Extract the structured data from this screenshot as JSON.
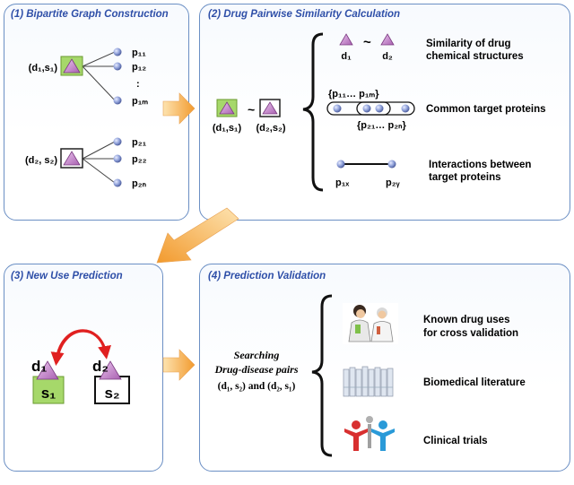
{
  "panels": {
    "p1": {
      "title": "(1) Bipartite Graph Construction"
    },
    "p2": {
      "title": "(2) Drug Pairwise Similarity Calculation"
    },
    "p3": {
      "title": "(3) New Use Prediction"
    },
    "p4": {
      "title": "(4) Prediction Validation"
    }
  },
  "bipartite": {
    "node1_label": "(d₁,s₁)",
    "node2_label": "(d₂, s₂)",
    "group1": [
      "p₁₁",
      "p₁₂",
      ":",
      "p₁ₘ"
    ],
    "group2": [
      "p₂₁",
      "p₂₂",
      "p₂ₙ"
    ]
  },
  "similarity": {
    "pair_left": "(d₁,s₁)",
    "pair_right": "(d₂,s₂)",
    "tilde": "~",
    "d1": "d₁",
    "d2": "d₂",
    "crit1_line1": "Similarity of drug",
    "crit1_line2": "chemical structures",
    "group_top": "{p₁₁…   p₁ₘ}",
    "group_bottom": "{p₂₁…   p₂ₙ}",
    "crit2": "Common target proteins",
    "p1x": "p₁ₓ",
    "p2y": "p₂ᵧ",
    "crit3_line1": "Interactions between",
    "crit3_line2": "target proteins"
  },
  "prediction": {
    "d1": "d₁",
    "d2": "d₂",
    "s1": "s₁",
    "s2": "s₂"
  },
  "validation": {
    "search_line1": "Searching",
    "search_line2": "Drug-disease pairs",
    "search_line3": "(d₁, s₂) and (d₂, s₁)",
    "item1_line1": "Known drug uses",
    "item1_line2": "for cross validation",
    "item2": "Biomedical literature",
    "item3": "Clinical trials"
  },
  "colors": {
    "border": "#6b8fc4",
    "title": "#2f4fa8",
    "triangle": "#c88bd0",
    "green_box": "#a6d86a",
    "node": "#8d9fd8",
    "arrow": "#f0a040",
    "red_arrow": "#e02020"
  }
}
